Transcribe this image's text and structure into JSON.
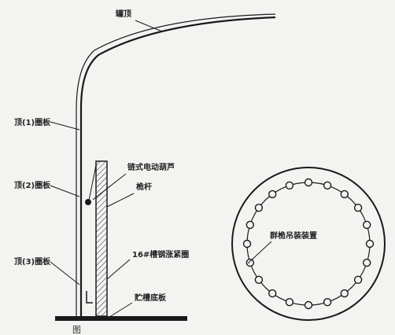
{
  "labels": {
    "top_cap": "罐顶",
    "plate_1": "顶(1)圈板",
    "plate_2": "顶(2)圈板",
    "plate_3": "顶(3)圈板",
    "chain_hoist": "链式电动葫芦",
    "mast": "桅杆",
    "channel_ring": "16#槽钢涨紧圈",
    "tank_bottom": "贮槽底板",
    "hoist_group": "群桅吊装装置"
  },
  "caption": "图        "
}
